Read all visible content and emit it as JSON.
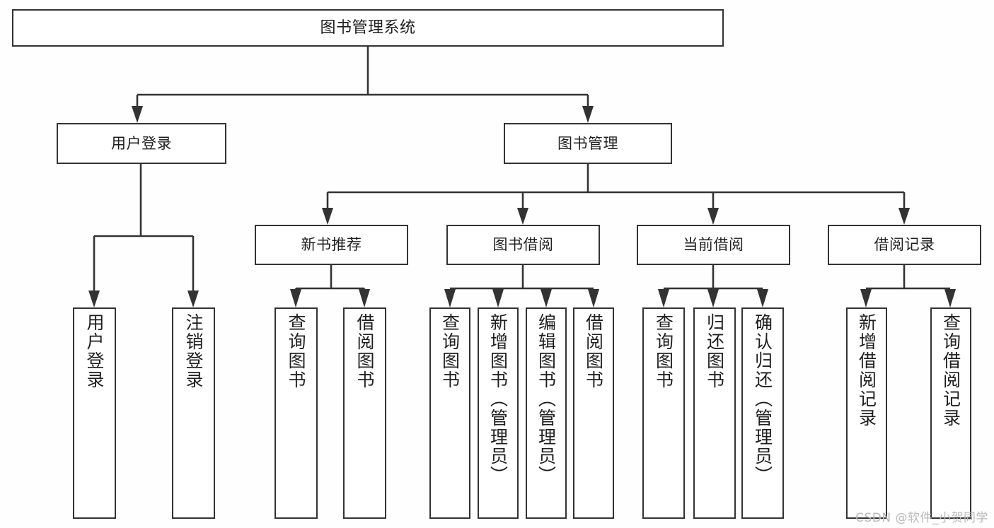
{
  "diagram": {
    "title": "图书管理系统",
    "watermark": "CSDN @软件_小贺同学",
    "colors": {
      "stroke": "#333333",
      "text": "#1f1f1f",
      "background": "#ffffff",
      "watermark": "#b9b9b9"
    },
    "root": {
      "label": "图书管理系统"
    },
    "level2": [
      {
        "label": "用户登录"
      },
      {
        "label": "图书管理"
      }
    ],
    "level3": [
      {
        "label": "新书推荐"
      },
      {
        "label": "图书借阅"
      },
      {
        "label": "当前借阅"
      },
      {
        "label": "借阅记录"
      }
    ],
    "leaves": {
      "user_login": [
        {
          "label": "用户登录"
        },
        {
          "label": "注销登录"
        }
      ],
      "new_book_recommend": [
        {
          "label": "查询图书"
        },
        {
          "label": "借阅图书"
        }
      ],
      "book_borrow": [
        {
          "label": "查询图书"
        },
        {
          "label": "新增图书（管理员）"
        },
        {
          "label": "编辑图书（管理员）"
        },
        {
          "label": "借阅图书"
        }
      ],
      "current_borrow": [
        {
          "label": "查询图书"
        },
        {
          "label": "归还图书"
        },
        {
          "label": "确认归还（管理员）"
        }
      ],
      "borrow_record": [
        {
          "label": "新增借阅记录"
        },
        {
          "label": "查询借阅记录"
        }
      ]
    }
  }
}
